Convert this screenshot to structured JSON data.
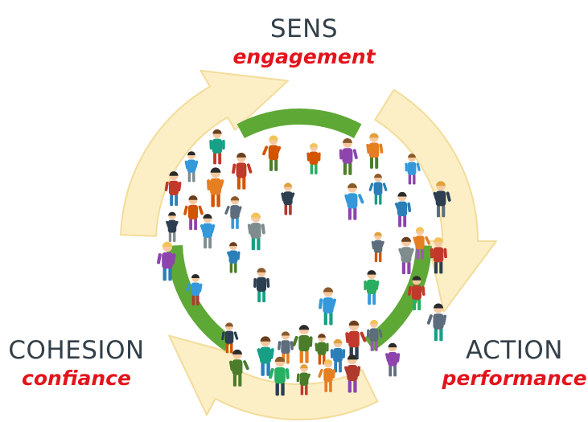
{
  "colors": {
    "arrow_fill": "#fcefc6",
    "arrow_stroke": "#f3dc9a",
    "green_arc": "#5ea836",
    "label_main": "#33404a",
    "label_sub": "#e3141c"
  },
  "labels": {
    "top": {
      "title": "SENS",
      "subtitle": "engagement"
    },
    "left": {
      "title": "COHESION",
      "subtitle": "confiance"
    },
    "right": {
      "title": "ACTION",
      "subtitle": "performance"
    }
  },
  "illustration": {
    "subject": "crowd-of-people-icon",
    "arrows": [
      "curved-arrow-icon",
      "curved-arrow-icon",
      "curved-arrow-icon"
    ],
    "arcs": [
      "green-arc-icon",
      "green-arc-icon",
      "green-arc-icon"
    ]
  }
}
